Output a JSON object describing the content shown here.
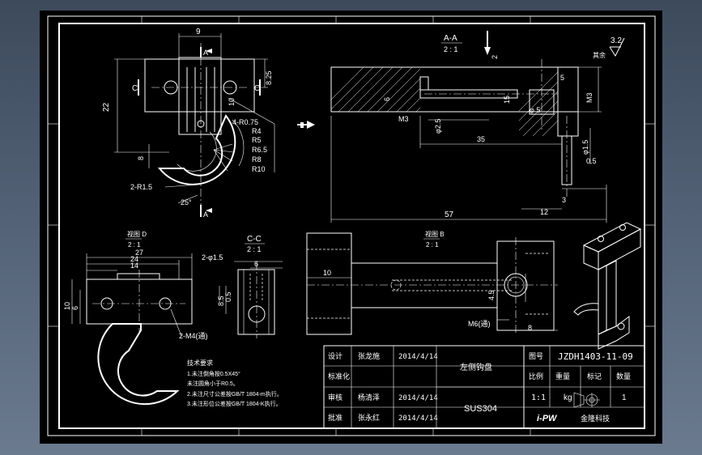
{
  "title_block": {
    "drawing_no": "JZDH1403-11-09",
    "label_drawing_no": "图号",
    "part_name": "左侧钩盘",
    "material": "SUS304",
    "scale": "1:1",
    "unit": "kg",
    "count": "1",
    "label_scale": "比例",
    "label_weight": "重量",
    "label_mark": "标记",
    "label_qty": "数量",
    "company": "金隆科技",
    "logo_text": "i-PW",
    "rows": [
      {
        "role": "设计",
        "name": "张龙施",
        "date": "2014/4/14"
      },
      {
        "role": "标准化",
        "name": "",
        "date": ""
      },
      {
        "role": "审核",
        "name": "杨清泽",
        "date": "2014/4/14"
      },
      {
        "role": "批准",
        "name": "张永红",
        "date": "2014/4/14"
      }
    ]
  },
  "notes": {
    "heading": "技术要求",
    "lines": [
      "1.未注倒角按0.5X45°",
      "  未注圆角小于R0.5。",
      "2.未注尺寸公差按GB/T 1804-m执行。",
      "3.未注形位公差按GB/T 1804-K执行。"
    ]
  },
  "roughness": {
    "value": "3.2",
    "rest": "其余"
  },
  "views": {
    "section_aa": {
      "label": "A-A",
      "scale": "2 : 1"
    },
    "section_cc": {
      "label": "C-C",
      "scale": "2 : 1"
    },
    "view_d": {
      "label": "视图 D",
      "scale": "2 : 1"
    },
    "view_b": {
      "label": "视图 B",
      "scale": "2 : 1"
    },
    "letter_a": "A",
    "letter_c": "C"
  },
  "dims": {
    "top_9": "9",
    "top_22": "22",
    "top_825": "8.25",
    "top_10": "10",
    "top_8": "8",
    "r075": "4-R0.75",
    "r4": "R4",
    "r5": "R5",
    "r65": "R6.5",
    "r8": "R8",
    "r10": "R10",
    "r15": "2-R1.5",
    "ang25": "25°",
    "aa_2": "2",
    "aa_5": "5",
    "aa_6": "6",
    "aa_m3": "M3",
    "aa_m3b": "M3",
    "aa_d25": "φ2.5",
    "aa_d5": "φ 5",
    "aa_15": "15",
    "aa_35": "35",
    "aa_d15": "φ1.5",
    "aa_05": "0.5",
    "aa_3": "3",
    "aa_12": "12",
    "aa_57": "57",
    "d_27": "27",
    "d_24": "24",
    "d_14": "14",
    "d_10": "10",
    "d_6": "6",
    "d_m4": "2-M4(通)",
    "cc_d15": "2-φ1.5",
    "cc_85": "8.5",
    "cc_05": "0.5",
    "cc_6": "6",
    "b_10": "10",
    "b_45": "4.5",
    "b_8": "8",
    "b_m6": "M6(通)"
  }
}
